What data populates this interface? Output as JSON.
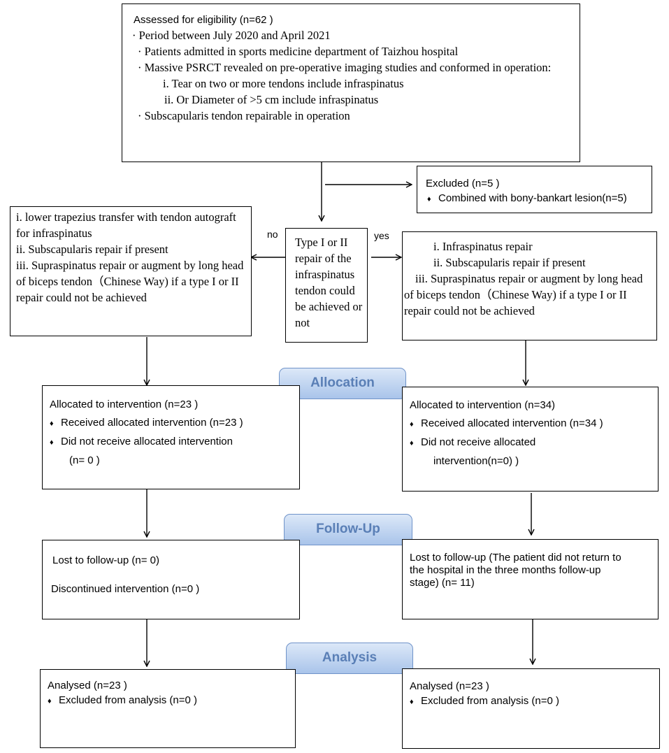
{
  "eligibility": {
    "title": "Assessed for eligibility (n=62 )",
    "item1": "· Period between July 2020 and April 2021",
    "item2": "· Patients admitted in sports medicine department of Taizhou hospital",
    "item3": "· Massive PSRCT revealed on pre-operative imaging studies and conformed in operation:",
    "sub1": "i. Tear on two or more tendons include infraspinatus",
    "sub2": "ii. Or Diameter of >5 cm include infraspinatus",
    "item4": "· Subscapularis tendon repairable in operation"
  },
  "excluded": {
    "title": "Excluded (n=5  )",
    "item1": "Combined with bony-bankart lesion(n=5)"
  },
  "decision": {
    "text": "Type I or II repair of the infraspinatus tendon could be achieved or not",
    "no_label": "no",
    "yes_label": "yes"
  },
  "left_procedure": {
    "item1": "i.   lower trapezius transfer with tendon autograft for infraspinatus",
    "item2": "ii.   Subscapularis repair if present",
    "item3": "iii.   Supraspinatus repair or augment by long head of biceps tendon（Chinese Way) if a type I or II repair could not be achieved"
  },
  "right_procedure": {
    "item1": "i.    Infraspinatus repair",
    "item2": "ii.    Subscapularis repair if present",
    "item3": "iii.   Supraspinatus repair or augment by long head of biceps tendon（Chinese Way) if a type I or II repair could not be achieved"
  },
  "stages": {
    "allocation": "Allocation",
    "followup": "Follow-Up",
    "analysis": "Analysis"
  },
  "left_allocation": {
    "title": "Allocated to intervention (n=23 )",
    "item1": "Received allocated intervention (n=23 )",
    "item2": "Did not receive allocated intervention",
    "item2b": "(n=  0 )"
  },
  "right_allocation": {
    "title": "Allocated to intervention (n=34)",
    "item1": "Received allocated intervention (n=34 )",
    "item2": "Did not receive allocated",
    "item2b": "intervention(n=0) )"
  },
  "left_followup": {
    "line1": "Lost to follow-up   (n= 0)",
    "line2": "Discontinued intervention    (n=0 )"
  },
  "right_followup": {
    "line1": "Lost to follow-up (The patient did not return to the hospital in the three months follow-up stage) (n= 11)"
  },
  "left_analysis": {
    "title": "Analysed (n=23  )",
    "item1": "Excluded    from analysis    (n=0  )"
  },
  "right_analysis": {
    "title": "Analysed (n=23  )",
    "item1": "Excluded from analysis    (n=0  )"
  },
  "bullet": "♦"
}
